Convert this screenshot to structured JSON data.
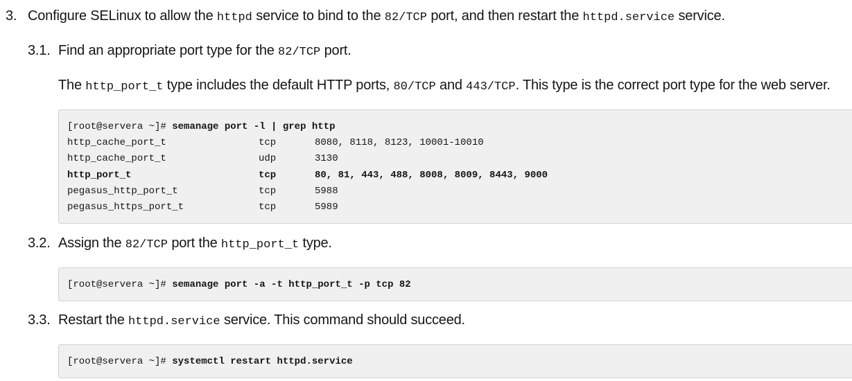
{
  "step3": {
    "number": "3.",
    "text_a": "Configure SELinux to allow the ",
    "code_a": "httpd",
    "text_b": " service to bind to the ",
    "code_b": "82/TCP",
    "text_c": " port, and then restart the ",
    "code_c": "httpd.service",
    "text_d": " service."
  },
  "step31": {
    "number": "3.1.",
    "text_a": "Find an appropriate port type for the ",
    "code_a": "82/TCP",
    "text_b": " port."
  },
  "para31": {
    "text_a": "The ",
    "code_a": "http_port_t",
    "text_b": " type includes the default HTTP ports, ",
    "code_b": "80/TCP",
    "text_c": " and ",
    "code_c": "443/TCP",
    "text_d": ". This type is the correct port type for the web server."
  },
  "block1": {
    "prompt": "[root@servera ~]# ",
    "command": "semanage port -l | grep http",
    "rows": [
      {
        "name": "http_cache_port_t",
        "proto": "tcp",
        "ports": "8080, 8118, 8123, 10001-10010",
        "bold": false
      },
      {
        "name": "http_cache_port_t",
        "proto": "udp",
        "ports": "3130",
        "bold": false
      },
      {
        "name": "http_port_t",
        "proto": "tcp",
        "ports": "80, 81, 443, 488, 8008, 8009, 8443, 9000",
        "bold": true
      },
      {
        "name": "pegasus_http_port_t",
        "proto": "tcp",
        "ports": "5988",
        "bold": false
      },
      {
        "name": "pegasus_https_port_t",
        "proto": "tcp",
        "ports": "5989",
        "bold": false
      }
    ]
  },
  "step32": {
    "number": "3.2.",
    "text_a": "Assign the ",
    "code_a": "82/TCP",
    "text_b": " port the ",
    "code_b": "http_port_t",
    "text_c": " type."
  },
  "block2": {
    "prompt": "[root@servera ~]# ",
    "command": "semanage port -a -t http_port_t -p tcp 82"
  },
  "step33": {
    "number": "3.3.",
    "text_a": "Restart the ",
    "code_a": "httpd.service",
    "text_b": " service. This command should succeed."
  },
  "block3": {
    "prompt": "[root@servera ~]# ",
    "command": "systemctl restart httpd.service"
  }
}
